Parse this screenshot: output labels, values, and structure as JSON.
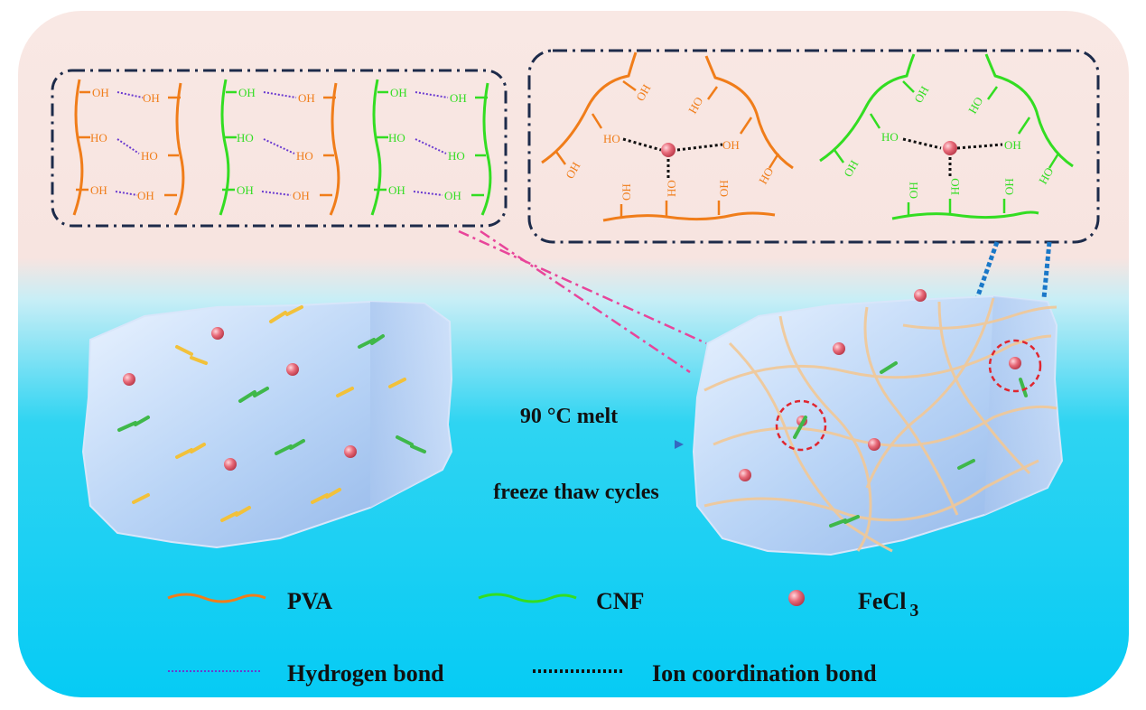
{
  "process": {
    "step1": "90 °C melt",
    "step2": "freeze thaw cycles"
  },
  "legend": {
    "pva": "PVA",
    "cnf": "CNF",
    "fecl3_main": "FeCl",
    "fecl3_sub": "3",
    "hydrogen_bond": "Hydrogen bond",
    "ion_bond": "Ion coordination bond"
  },
  "groups": {
    "oh": "OH",
    "ho": "HO"
  },
  "colors": {
    "pva": "#f07d1a",
    "cnf": "#33dd22",
    "hbond": "#6a3ad0",
    "fe": "#e86b7a",
    "panel_top": "#f9e6e2",
    "panel_bottom": "#10cdf0",
    "frame": "#1d2b4a",
    "pink_dash": "#e8459a",
    "blue_dash": "#1a78c8"
  },
  "icons": [
    "fe-ion-sphere",
    "gel-block",
    "arrow-right"
  ]
}
